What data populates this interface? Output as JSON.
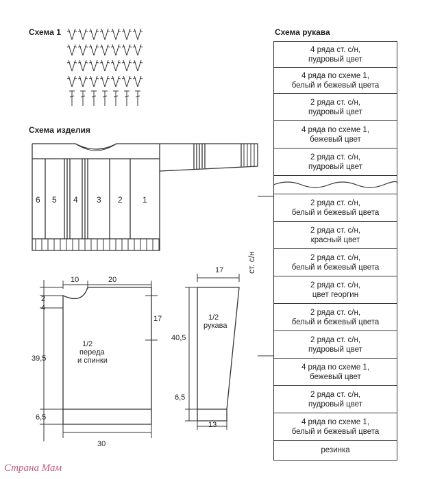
{
  "titles": {
    "scheme1": "Схема 1",
    "garment": "Схема изделия",
    "sleeve": "Схема рукава"
  },
  "sleeve_stripes": [
    "4 ряда ст. с/н,\nпудровый цвет",
    "4 ряда по схеме 1,\nбелый и бежевый цвета",
    "2 ряда ст. с/н,\nпудровый цвет",
    "4 ряда по схеме 1,\nбежевый цвет",
    "2 ряда ст. с/н,\nпудровый цвет",
    "",
    "2 ряда ст. с/н,\nбелый и бежевый цвета",
    "2 ряда ст. с/н,\nкрасный цвет",
    "2 ряда ст. с/н,\nбелый и бежевый цвета",
    "2 ряда ст. с/н,\nцвет георгин",
    "2 ряда ст. с/н,\nбелый и бежевый цвета",
    "2 ряда ст. с/н,\nпудровый цвет",
    "4 ряда по схеме 1,\nбежевый цвет",
    "2 ряда ст. с/н,\nпудровый цвет",
    "4 ряда по схеме 1,\nбелый и бежевый цвета",
    "резинка"
  ],
  "sleeve_side_label": "ст. с/н",
  "garment_numbers": [
    "6",
    "5",
    "4",
    "3",
    "2",
    "1"
  ],
  "body_pattern": {
    "label_line1": "1/2",
    "label_line2": "переда",
    "label_line3": "и спинки",
    "dims": {
      "neck_width": "10",
      "shoulder": "20",
      "neck_depth_back": "2",
      "neck_depth_front": "4",
      "armhole": "17",
      "height": "39,5",
      "rib": "6,5",
      "width": "30"
    }
  },
  "sleeve_pattern": {
    "label_line1": "1/2",
    "label_line2": "рукава",
    "dims": {
      "top_width": "17",
      "length": "40,5",
      "cuff": "6,5",
      "bottom_width": "13"
    }
  },
  "watermark": "Страна Мам"
}
